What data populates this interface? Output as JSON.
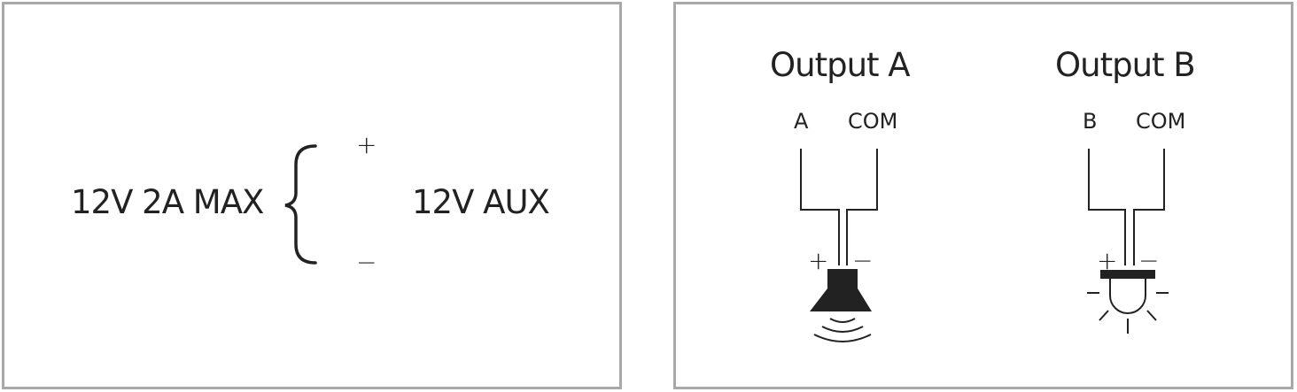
{
  "power": {
    "supply_label": "12V 2A MAX",
    "plus_label": "+",
    "minus_label": "−",
    "aux_label": "12V AUX"
  },
  "output_a": {
    "title": "Output A",
    "terminal_1": "A",
    "terminal_2": "COM",
    "plus": "+",
    "minus": "−",
    "device_icon": "speaker-icon"
  },
  "output_b": {
    "title": "Output B",
    "terminal_1": "B",
    "terminal_2": "COM",
    "plus": "+",
    "minus": "−",
    "device_icon": "light-icon"
  },
  "colors": {
    "line": "#222222",
    "border": "#a8a8a8"
  }
}
